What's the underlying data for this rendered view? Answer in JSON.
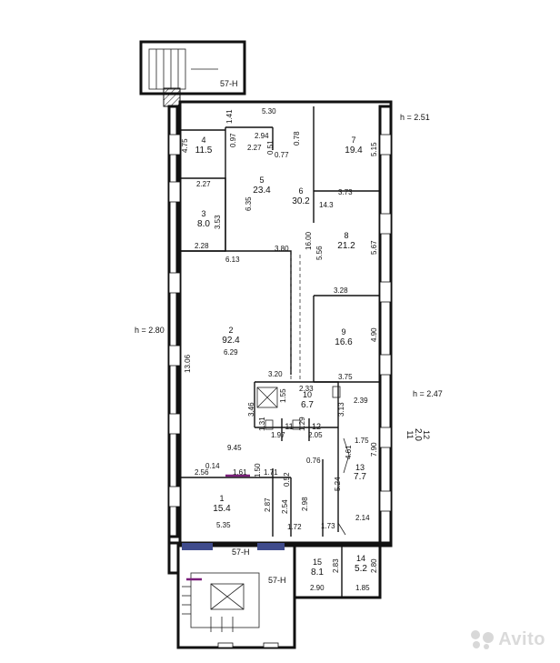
{
  "rooms": [
    {
      "number": "4",
      "area": "11.5"
    },
    {
      "number": "5",
      "area": "23.4"
    },
    {
      "number": "6",
      "area": "30.2"
    },
    {
      "number": "7",
      "area": "19.4"
    },
    {
      "number": "3",
      "area": "8.0"
    },
    {
      "number": "8",
      "area": "21.2"
    },
    {
      "number": "2",
      "area": "92.4"
    },
    {
      "number": "9",
      "area": "16.6"
    },
    {
      "number": "10",
      "area": "6.7"
    },
    {
      "number": "11",
      "area": ""
    },
    {
      "number": "12",
      "area": ""
    },
    {
      "number": "13",
      "area": "7.7"
    },
    {
      "number": "1",
      "area": "15.4"
    },
    {
      "number": "15",
      "area": "8.1"
    },
    {
      "number": "14",
      "area": "5.2"
    }
  ],
  "side_room": {
    "number": "11",
    "area": "2.0",
    "extra": "12"
  },
  "heights": {
    "top_right": "h = 2.51",
    "left": "h = 2.80",
    "right": "h = 2.47"
  },
  "stair_marks": {
    "top": "57-H",
    "mid": "57-H",
    "bottom": "57-H"
  },
  "dimensions": [
    "5.30",
    "1.41",
    "4.75",
    "2.94",
    "0.78",
    "0.97",
    "2.27",
    "0.77",
    "0.51",
    "5.15",
    "2.27",
    "3.73",
    "14.3",
    "6.35",
    "3.53",
    "5.56",
    "16.00",
    "5.67",
    "2.28",
    "3.80",
    "6.13",
    "3.28",
    "6.29",
    "13.06",
    "4.90",
    "3.20",
    "3.75",
    "2.33",
    "1.55",
    "3.46",
    "2.39",
    "3.13",
    "1.31",
    "1.97",
    "1.29",
    "2.05",
    "1.75",
    "9.45",
    "0.76",
    "7.90",
    "4.61",
    "5.24",
    "0.14",
    "2.56",
    "1.61",
    "1.50",
    "1.71",
    "0.52",
    "2.87",
    "2.54",
    "2.98",
    "2.14",
    "5.35",
    "1.72",
    "1.73",
    "2.83",
    "2.80",
    "2.90",
    "1.85"
  ],
  "watermark": "Avito"
}
